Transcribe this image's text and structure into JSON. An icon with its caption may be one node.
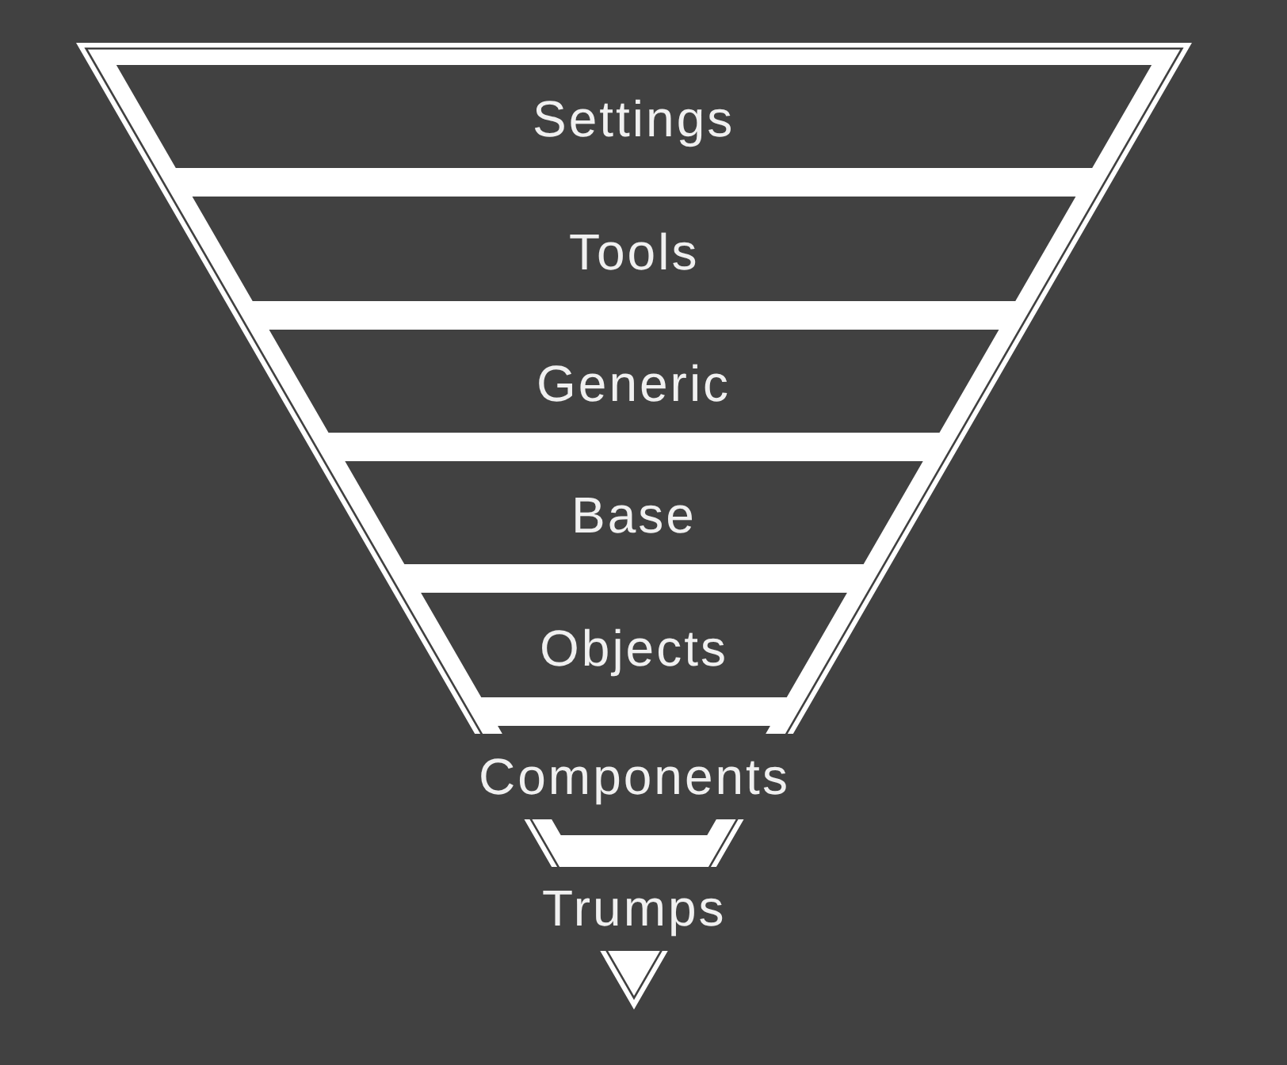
{
  "diagram": {
    "nodes": [
      {
        "text": [
          "Settings"
        ]
      },
      {
        "text": [
          "Tools"
        ]
      },
      {
        "text": [
          "Generic"
        ]
      },
      {
        "text": [
          "Base"
        ]
      },
      {
        "text": [
          "Objects"
        ]
      },
      {
        "text": [
          "Components"
        ]
      },
      {
        "text": [
          "Trumps"
        ]
      }
    ]
  }
}
